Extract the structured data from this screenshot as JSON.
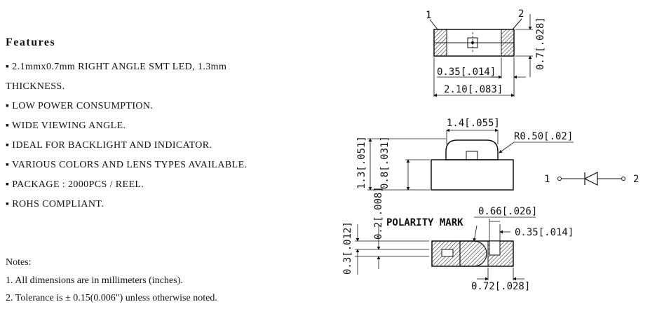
{
  "features": {
    "title": "Features",
    "items": [
      "▪ 2.1mmx0.7mm RIGHT ANGLE SMT LED, 1.3mm",
      "THICKNESS.",
      "▪ LOW  POWER CONSUMPTION.",
      "▪ WIDE VIEWING ANGLE.",
      "▪ IDEAL  FOR  BACKLIGHT  AND  INDICATOR.",
      "▪ VARIOUS  COLORS  AND  LENS  TYPES  AVAILABLE.",
      "▪ PACKAGE : 2000PCS / REEL.",
      "▪ ROHS COMPLIANT."
    ]
  },
  "notes": {
    "title": "Notes:",
    "items": [
      "1. All dimensions are in millimeters (inches).",
      "2. Tolerance is ± 0.15(0.006\") unless otherwise noted."
    ]
  },
  "drawing": {
    "top_view": {
      "pin1": "1",
      "pin2": "2",
      "dim_height": "0.7[.028]",
      "dim_pad": "0.35[.014]",
      "dim_width": "2.10[.083]"
    },
    "side_view": {
      "dim_lens_width": "1.4[.055]",
      "dim_radius": "R0.50[.02]",
      "dim_total_height": "1.3[.051]",
      "dim_body_height": "0.8[.031]"
    },
    "symbol": {
      "pin1": "1",
      "pin2": "2"
    },
    "bottom_view": {
      "polarity_label": "POLARITY MARK",
      "dim_pad_pitch": "0.66[.026]",
      "dim_pad_gap": "0.35[.014]",
      "dim_pad_width": "0.72[.028]",
      "dim_height_a": "0.3[.012]",
      "dim_height_b": "0.2[.008]"
    }
  }
}
